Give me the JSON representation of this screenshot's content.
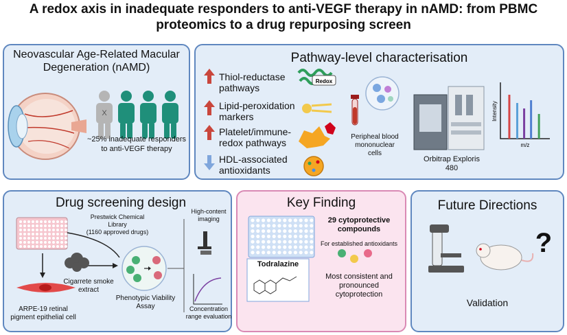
{
  "title_line1": "A redox axis in inadequate responders to anti-VEGF therapy in nAMD: from PBMC",
  "title_line2": "proteomics to a drug repurposing screen",
  "nAMD": {
    "title_line1": "Neovascular Age-Related Macular",
    "title_line2": "Degeneration (nAMD)",
    "person_mark": "X",
    "caption_line1": "~25% inadequate responders",
    "caption_line2": "to anti-VEGF therapy"
  },
  "pathway": {
    "title": "Pathway-level characterisation",
    "items": [
      {
        "line1": "Thiol-reductase",
        "line2": "pathways",
        "direction": "up"
      },
      {
        "line1": "Lipid-peroxidation",
        "line2": "markers",
        "direction": "up"
      },
      {
        "line1": "Platelet/immune-",
        "line2": "redox pathways",
        "direction": "up"
      },
      {
        "line1": "HDL-associated",
        "line2": "antioxidants",
        "direction": "down"
      }
    ],
    "redox_label": "Redox",
    "pbmc_line1": "Peripheal blood",
    "pbmc_line2": "mononuclear",
    "pbmc_line3": "cells",
    "instrument_line1": "Orbitrap Exploris",
    "instrument_line2": "480",
    "ms_ylabel": "Intensity",
    "ms_xlabel": "m/z",
    "ms_peaks": [
      {
        "pos": 0.18,
        "height": 0.8,
        "color": "#d64545"
      },
      {
        "pos": 0.34,
        "height": 0.65,
        "color": "#5aa0d8"
      },
      {
        "pos": 0.48,
        "height": 0.55,
        "color": "#7a3fa0"
      },
      {
        "pos": 0.62,
        "height": 0.7,
        "color": "#4f7fd0"
      },
      {
        "pos": 0.78,
        "height": 0.45,
        "color": "#43a05a"
      }
    ]
  },
  "drug": {
    "title": "Drug screening design",
    "library_line1": "Prestwick Chemical",
    "library_line2": "Library",
    "library_line3": "(1160 approved drugs)",
    "smoke_line1": "Cigarrete smoke",
    "smoke_line2": "extract",
    "cell_line1": "ARPE-19 retinal",
    "cell_line2": "pigment epithelial cell",
    "assay_line1": "Phenotypic Viability",
    "assay_line2": "Assay",
    "imaging_line1": "High-content",
    "imaging_line2": "imaging",
    "conc_line1": "Concentration",
    "conc_line2": "range evaluation"
  },
  "key": {
    "title": "Key Finding",
    "compounds_line1": "29 cytoprotective",
    "compounds_line2": "compounds",
    "antioxidants": "For established antioxidants",
    "drug_name": "Todralazine",
    "note_line1": "Most consistent and",
    "note_line2": "pronounced",
    "note_line3": "cytoprotection"
  },
  "future": {
    "title": "Future Directions",
    "question": "?",
    "caption": "Validation"
  },
  "colors": {
    "panel_border": "#5f87bf",
    "panel_fill": "#e3edf8",
    "key_fill": "#fbe4ef",
    "teal_person": "#1f8f7a",
    "arrow_up": "#c9463c",
    "arrow_down": "#7fa6dc"
  }
}
